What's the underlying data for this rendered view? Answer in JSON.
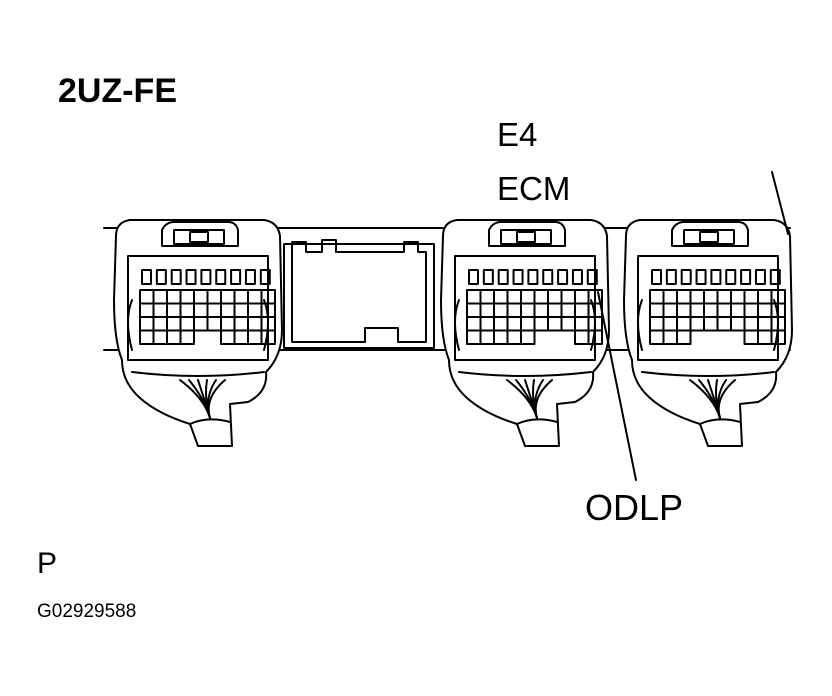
{
  "labels": {
    "engine_code": "2UZ-FE",
    "connector_id": "E4",
    "connector_name": "ECM",
    "terminal_name": "ODLP",
    "view_marker": "P",
    "figure_code": "G02929588"
  },
  "connectors": [
    {
      "name": "left-ecm-connector"
    },
    {
      "name": "blank-connector-housing"
    },
    {
      "name": "e4-ecm-connector"
    },
    {
      "name": "right-ecm-connector"
    }
  ]
}
